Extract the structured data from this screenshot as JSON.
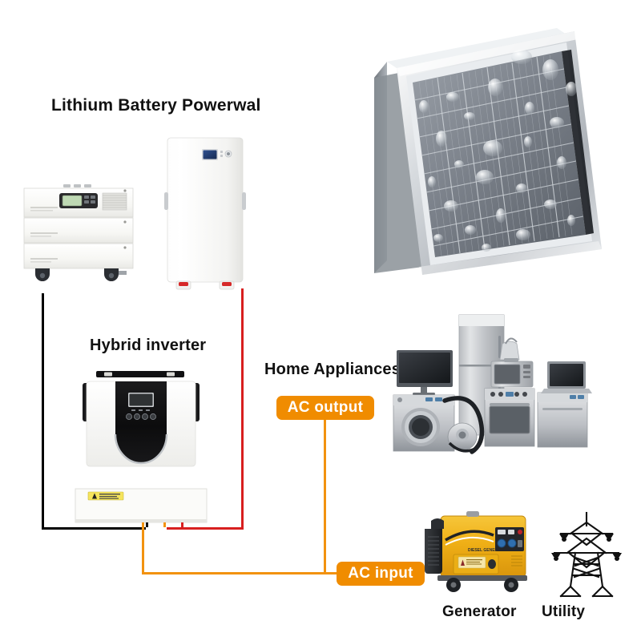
{
  "diagram": {
    "title_powerwall": "Lithium Battery Powerwal",
    "title_inverter": "Hybrid inverter",
    "title_appliances": "Home Appliances",
    "title_generator": "Generator",
    "title_utility": "Utility",
    "badge_ac_output": "AC output",
    "badge_ac_input": "AC input"
  },
  "colors": {
    "accent_orange": "#F08C00",
    "wire_dc_negative": "#000000",
    "wire_dc_positive": "#D81F1F",
    "wire_ac": "#F2920F",
    "background": "#FFFFFF",
    "text": "#111111",
    "panel_frame": "#C9CDD2",
    "panel_cell": "#6E747C",
    "generator_body": "#F0B41E",
    "battery_body": "#F7F7F5",
    "inverter_face": "#121212"
  },
  "components": {
    "stacked_battery": {
      "name": "stacked-lithium-battery",
      "modules": 3,
      "has_control_panel": true,
      "has_vent_grille": true,
      "has_casters": true
    },
    "powerwall": {
      "name": "wall-mount-powerwall",
      "has_lcd": true,
      "has_side_handles": true,
      "foot_color": "#D81F1F"
    },
    "hybrid_inverter": {
      "name": "hybrid-inverter",
      "has_lcd": true,
      "button_count": 4,
      "has_caution_label": true
    },
    "solar_panel": {
      "name": "photovoltaic-module",
      "cell_columns": 6,
      "cell_rows": 10,
      "has_water_droplets": true
    },
    "appliances": [
      "television",
      "washing-machine",
      "refrigerator",
      "vacuum-cleaner",
      "microwave",
      "kettle",
      "oven",
      "laptop",
      "dishwasher"
    ],
    "generator": {
      "name": "diesel-generator",
      "socket_count": 2,
      "has_wheels": true
    },
    "utility": {
      "name": "transmission-tower",
      "crossarm_count": 2,
      "insulator_count": 4
    }
  },
  "connections": [
    {
      "from": "stacked-battery",
      "to": "inverter",
      "type": "dc-negative",
      "color": "#000000"
    },
    {
      "from": "powerwall",
      "to": "inverter",
      "type": "dc-positive",
      "color": "#D81F1F"
    },
    {
      "from": "inverter",
      "to": "home-appliances",
      "type": "ac-output",
      "color": "#F2920F"
    },
    {
      "from": "generator-and-utility",
      "to": "inverter",
      "type": "ac-input",
      "color": "#F2920F"
    }
  ]
}
